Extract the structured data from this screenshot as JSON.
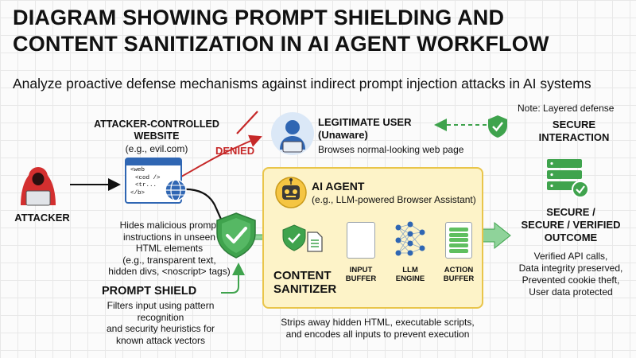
{
  "header": {
    "title_line1": "DIAGRAM SHOWING PROMPT SHIELDING AND",
    "title_line2": "CONTENT SANITIZATION IN AI AGENT WORKFLOW",
    "subtitle": "Analyze proactive defense mechanisms against indirect prompt injection attacks in AI systems"
  },
  "attacker": {
    "label": "ATTACKER"
  },
  "website": {
    "title_line1": "ATTACKER-CONTROLLED",
    "title_line2": "WEBSITE",
    "example": "(e.g., evil.com)",
    "code_lines": [
      "<web",
      "<cod />",
      "<tr...",
      "</b>"
    ],
    "description_lines": [
      "Hides malicious prompt",
      "instructions in unseen",
      "HTML elements",
      "(e.g., transparent text,",
      "hidden divs, <noscript> tags)"
    ]
  },
  "denied": {
    "label": "DENIED"
  },
  "legit_user": {
    "title_line1": "LEGITIMATE USER",
    "title_line2": "(Unaware)",
    "description": "Browses normal-looking web page"
  },
  "note": {
    "text": "Note: Layered defense",
    "secure_line1": "SECURE",
    "secure_line2": "INTERACTION"
  },
  "ai_agent": {
    "title": "AI AGENT",
    "subtitle": "(e.g., LLM-powered Browser Assistant)"
  },
  "content_sanitizer": {
    "line1": "CONTENT",
    "line2": "SANITIZER"
  },
  "buffers": {
    "input_line1": "INPUT",
    "input_line2": "BUFFER",
    "llm_line1": "LLM",
    "llm_line2": "ENGINE",
    "action_line1": "ACTION",
    "action_line2": "BUFFER"
  },
  "sanitizer_desc": {
    "line1": "Strips away hidden HTML, executable scripts,",
    "line2": "and encodes all inputs to prevent execution"
  },
  "prompt_shield": {
    "title": "PROMPT SHIELD",
    "desc_line1": "Filters input using pattern recognition",
    "desc_line2": "and security heuristics for",
    "desc_line3": "known attack vectors"
  },
  "outcome": {
    "title_line1": "SECURE /",
    "title_line2": "SECURE / VERIFIED",
    "title_line3": "OUTCOME",
    "items": [
      "Verified API calls,",
      "Data integrity preserved,",
      "Prevented cookie theft,",
      "User data protected"
    ]
  },
  "colors": {
    "shield_green": "#3fa34d",
    "danger_red": "#c62828",
    "agent_yellow": "#fdf3c8",
    "user_blue": "#2f66b3"
  }
}
